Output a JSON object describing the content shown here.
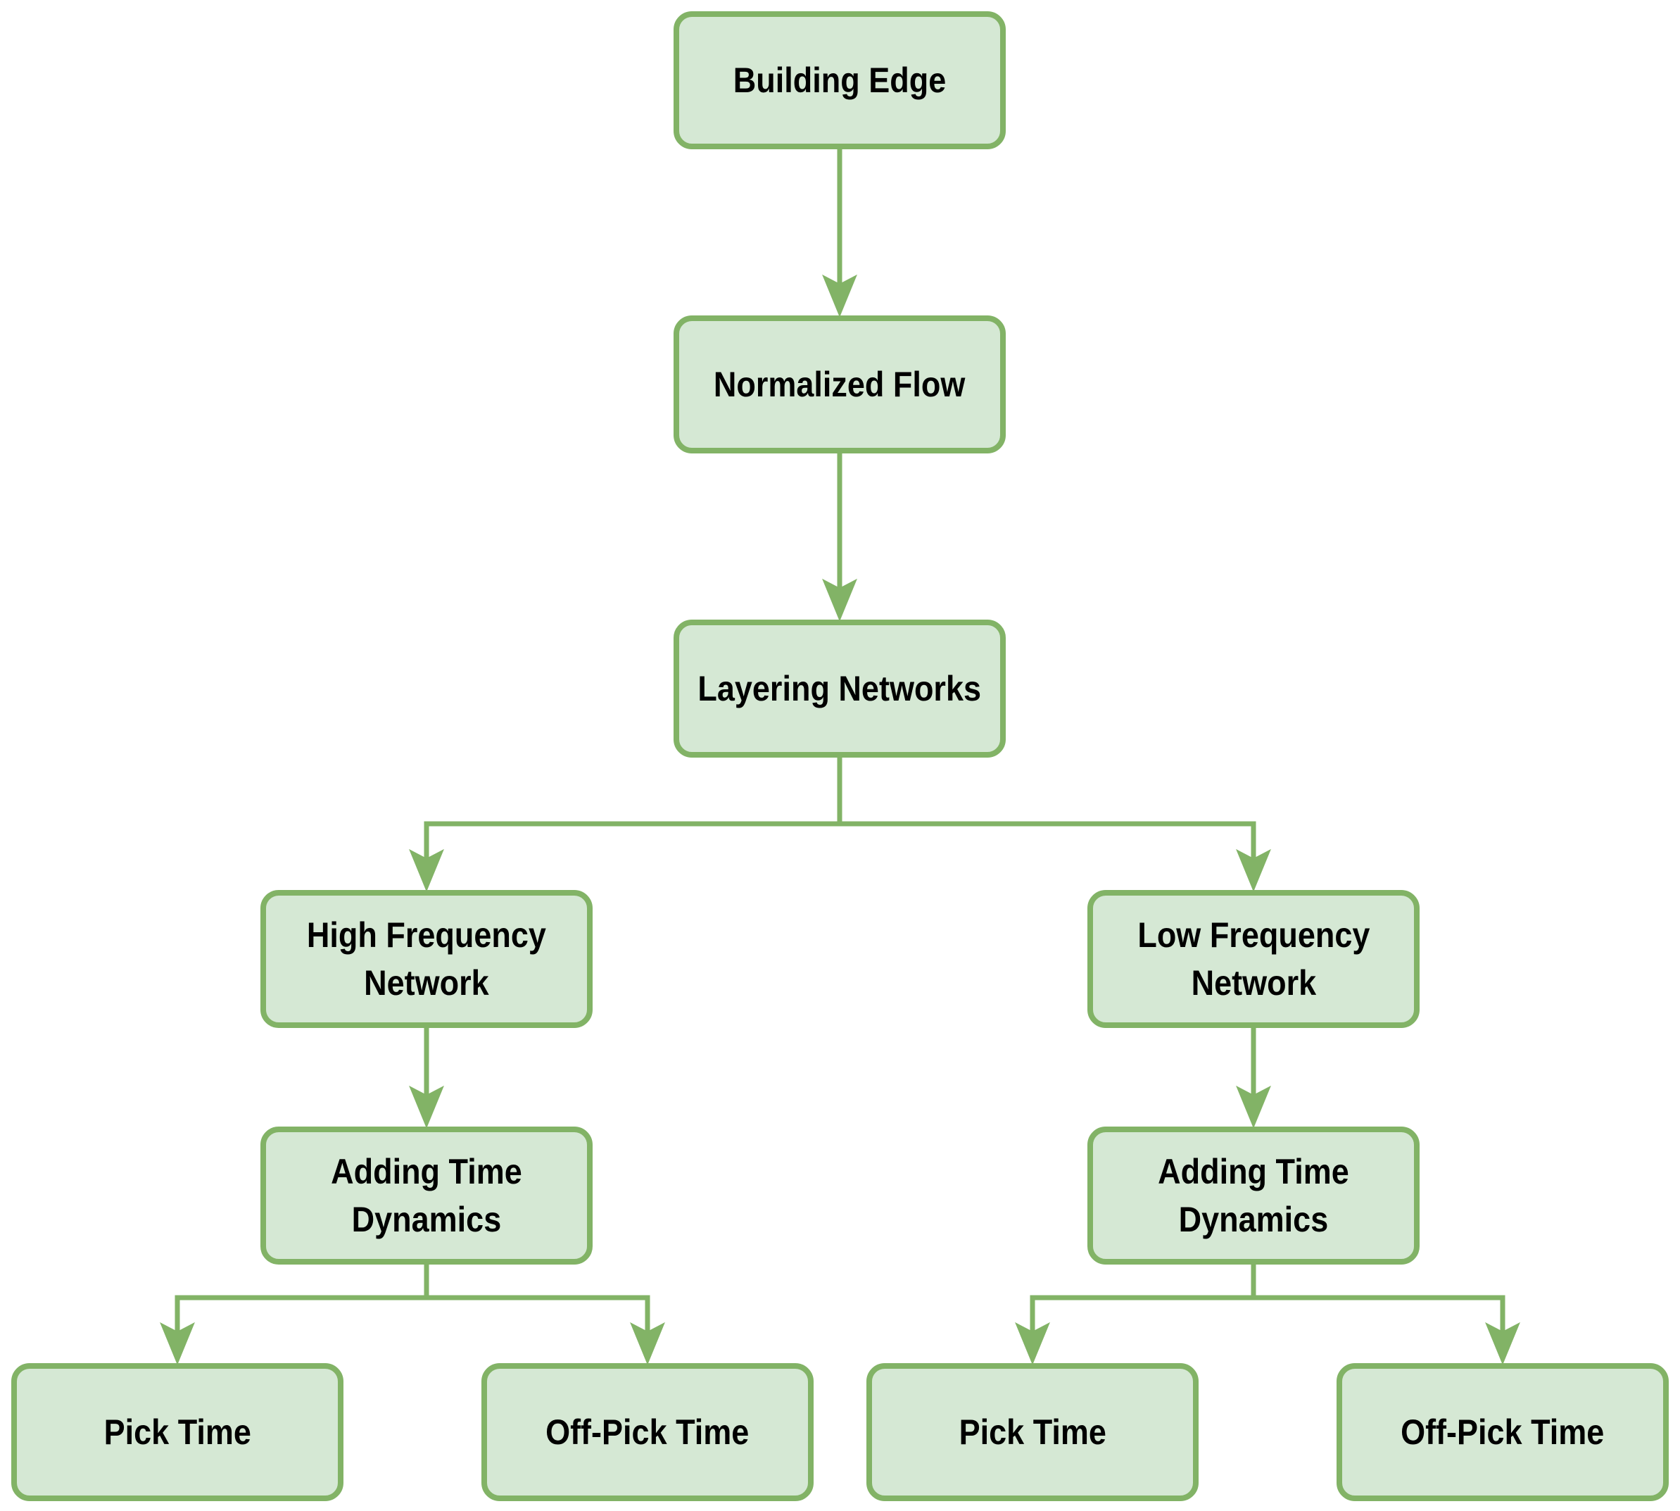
{
  "diagram": {
    "colors": {
      "node_fill": "#d5e8d4",
      "node_border": "#82b366",
      "edge": "#82b366",
      "text": "#000000"
    },
    "nodes": {
      "building_edge": "Building Edge",
      "normalized_flow": "Normalized Flow",
      "layering_networks": "Layering Networks",
      "high_frequency_network": "High Frequency\nNetwork",
      "low_frequency_network": "Low Frequency\nNetwork",
      "adding_time_dynamics_high": "Adding Time\nDynamics",
      "adding_time_dynamics_low": "Adding Time\nDynamics",
      "pick_time_high": "Pick Time",
      "off_pick_time_high": "Off-Pick Time",
      "pick_time_low": "Pick Time",
      "off_pick_time_low": "Off-Pick Time"
    },
    "edges": [
      [
        "building_edge",
        "normalized_flow"
      ],
      [
        "normalized_flow",
        "layering_networks"
      ],
      [
        "layering_networks",
        "high_frequency_network"
      ],
      [
        "layering_networks",
        "low_frequency_network"
      ],
      [
        "high_frequency_network",
        "adding_time_dynamics_high"
      ],
      [
        "low_frequency_network",
        "adding_time_dynamics_low"
      ],
      [
        "adding_time_dynamics_high",
        "pick_time_high"
      ],
      [
        "adding_time_dynamics_high",
        "off_pick_time_high"
      ],
      [
        "adding_time_dynamics_low",
        "pick_time_low"
      ],
      [
        "adding_time_dynamics_low",
        "off_pick_time_low"
      ]
    ]
  }
}
